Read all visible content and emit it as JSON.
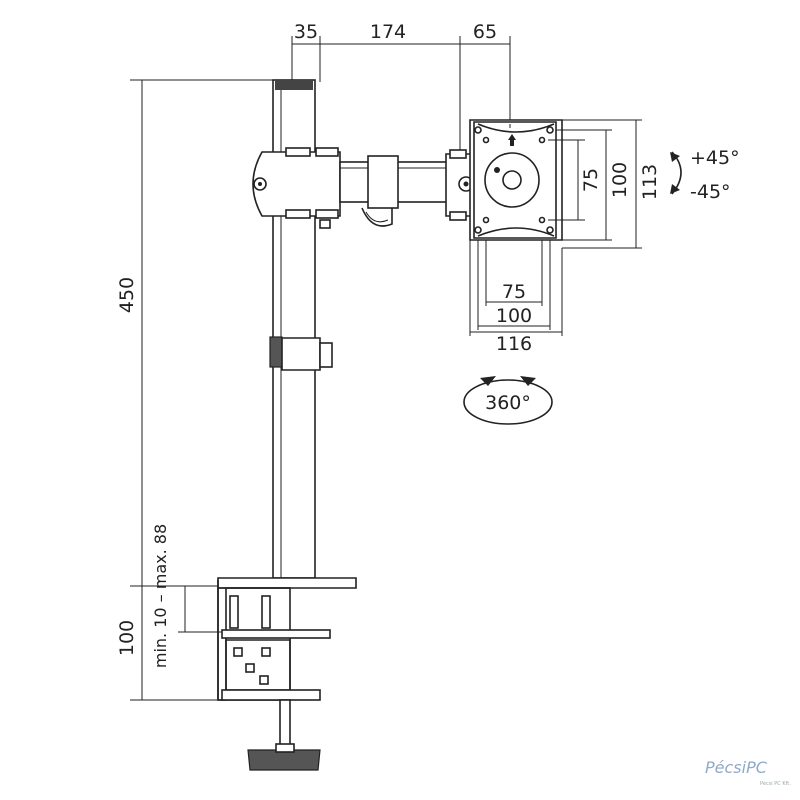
{
  "dimensions": {
    "top_offset": "35",
    "arm_length": "174",
    "head_depth": "65",
    "total_height": "450",
    "clamp_height": "100",
    "clamp_range": "min. 10 – max. 88",
    "vesa_inner": "75",
    "vesa_outer": "100",
    "plate_height": "113",
    "plate_width": "116",
    "vesa_inner_h": "75",
    "vesa_outer_h": "100"
  },
  "rotation": {
    "tilt_up": "+45°",
    "tilt_down": "-45°",
    "swivel": "360°"
  },
  "watermark": {
    "brand": "PécsiPC",
    "sub": "Pécsi PC Kft."
  }
}
